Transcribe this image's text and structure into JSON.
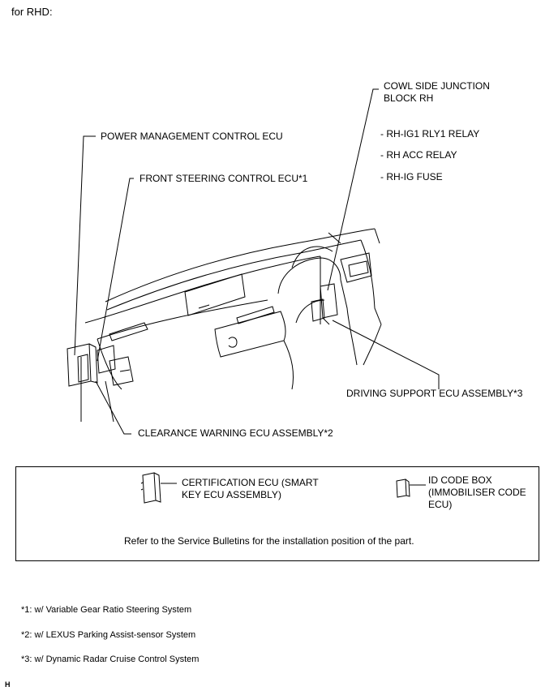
{
  "header": {
    "variant": "for RHD:"
  },
  "callouts": {
    "cowl_block": "COWL SIDE JUNCTION\nBLOCK RH",
    "cowl_items": [
      "- RH-IG1 RLY1 RELAY",
      "- RH ACC RELAY",
      "- RH-IG FUSE"
    ],
    "power_ecu": "POWER MANAGEMENT CONTROL ECU",
    "steering_ecu": "FRONT STEERING CONTROL ECU*1",
    "driving_support": "DRIVING SUPPORT ECU ASSEMBLY*3",
    "clearance_warning": "CLEARANCE WARNING ECU ASSEMBLY*2"
  },
  "note_box": {
    "certification": "CERTIFICATION ECU (SMART\nKEY ECU ASSEMBLY)",
    "id_code": "ID CODE BOX\n(IMMOBILISER CODE\nECU)",
    "reference": "Refer to the Service Bulletins for the installation position of the part."
  },
  "footnotes": [
    "*1: w/ Variable Gear Ratio Steering System",
    "*2: w/ LEXUS Parking Assist-sensor System",
    "*3: w/ Dynamic Radar Cruise Control System"
  ],
  "figure_code": "H"
}
